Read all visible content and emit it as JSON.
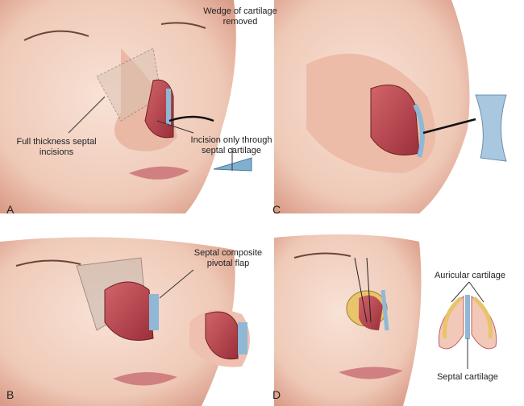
{
  "panels": {
    "A": {
      "letter": "A",
      "labels": {
        "wedge": "Wedge of cartilage removed",
        "full_thickness": "Full thickness septal incisions",
        "incision_only": "Incision only through septal cartilage"
      }
    },
    "B": {
      "letter": "B",
      "labels": {
        "flap": "Septal composite pivotal flap"
      }
    },
    "C": {
      "letter": "C"
    },
    "D": {
      "letter": "D",
      "labels": {
        "auricular": "Auricular cartilage",
        "septal": "Septal cartilage"
      }
    }
  },
  "colors": {
    "skin": "#f2d2c2",
    "flap": "#b8404a",
    "cartilage": "#8fb8d6",
    "auricular": "#e8c46a"
  }
}
